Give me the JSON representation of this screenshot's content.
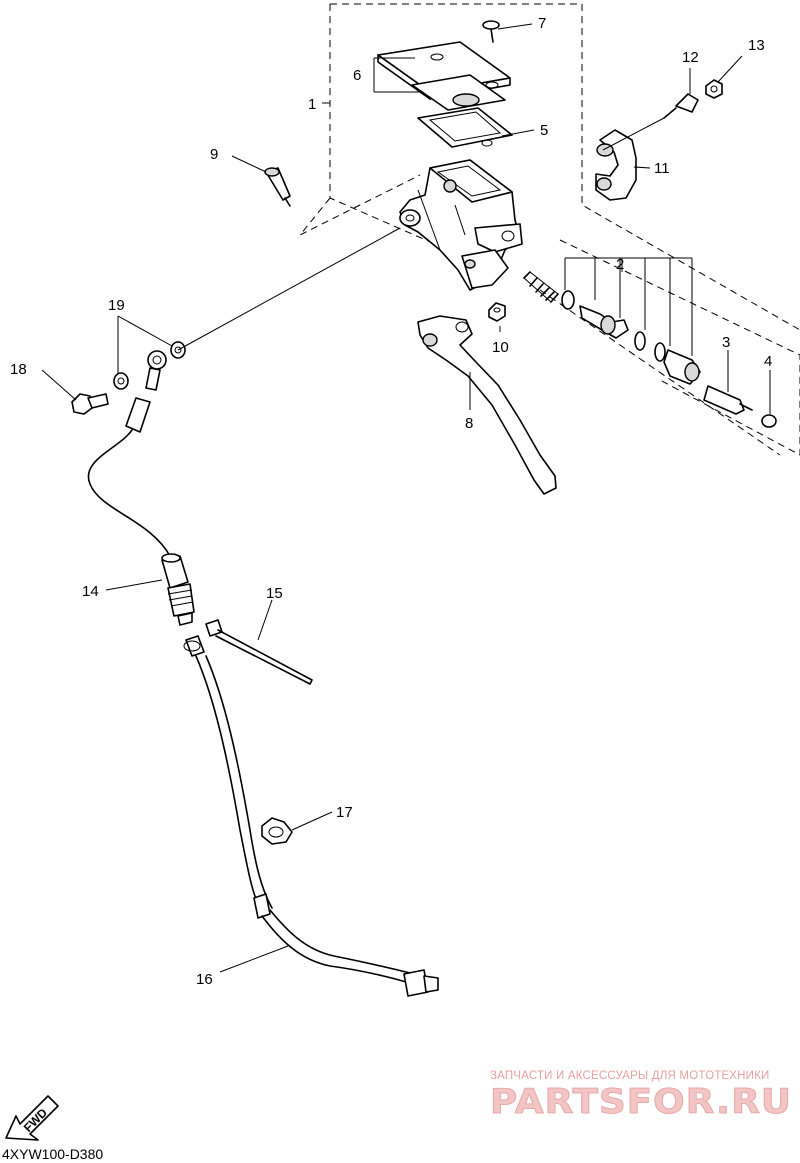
{
  "diagram": {
    "part_numbers": [
      "1",
      "2",
      "3",
      "4",
      "5",
      "6",
      "7",
      "8",
      "9",
      "10",
      "11",
      "12",
      "13",
      "14",
      "15",
      "16",
      "17",
      "18",
      "19"
    ],
    "fwd_label": "FWD",
    "diagram_code": "4XYW100-D380",
    "watermark": {
      "tagline": "ЗАПЧАСТИ И АКСЕССУАРЫ ДЛЯ МОТОТЕХНИКИ",
      "logo_text": "PARTSFOR.RU"
    }
  }
}
